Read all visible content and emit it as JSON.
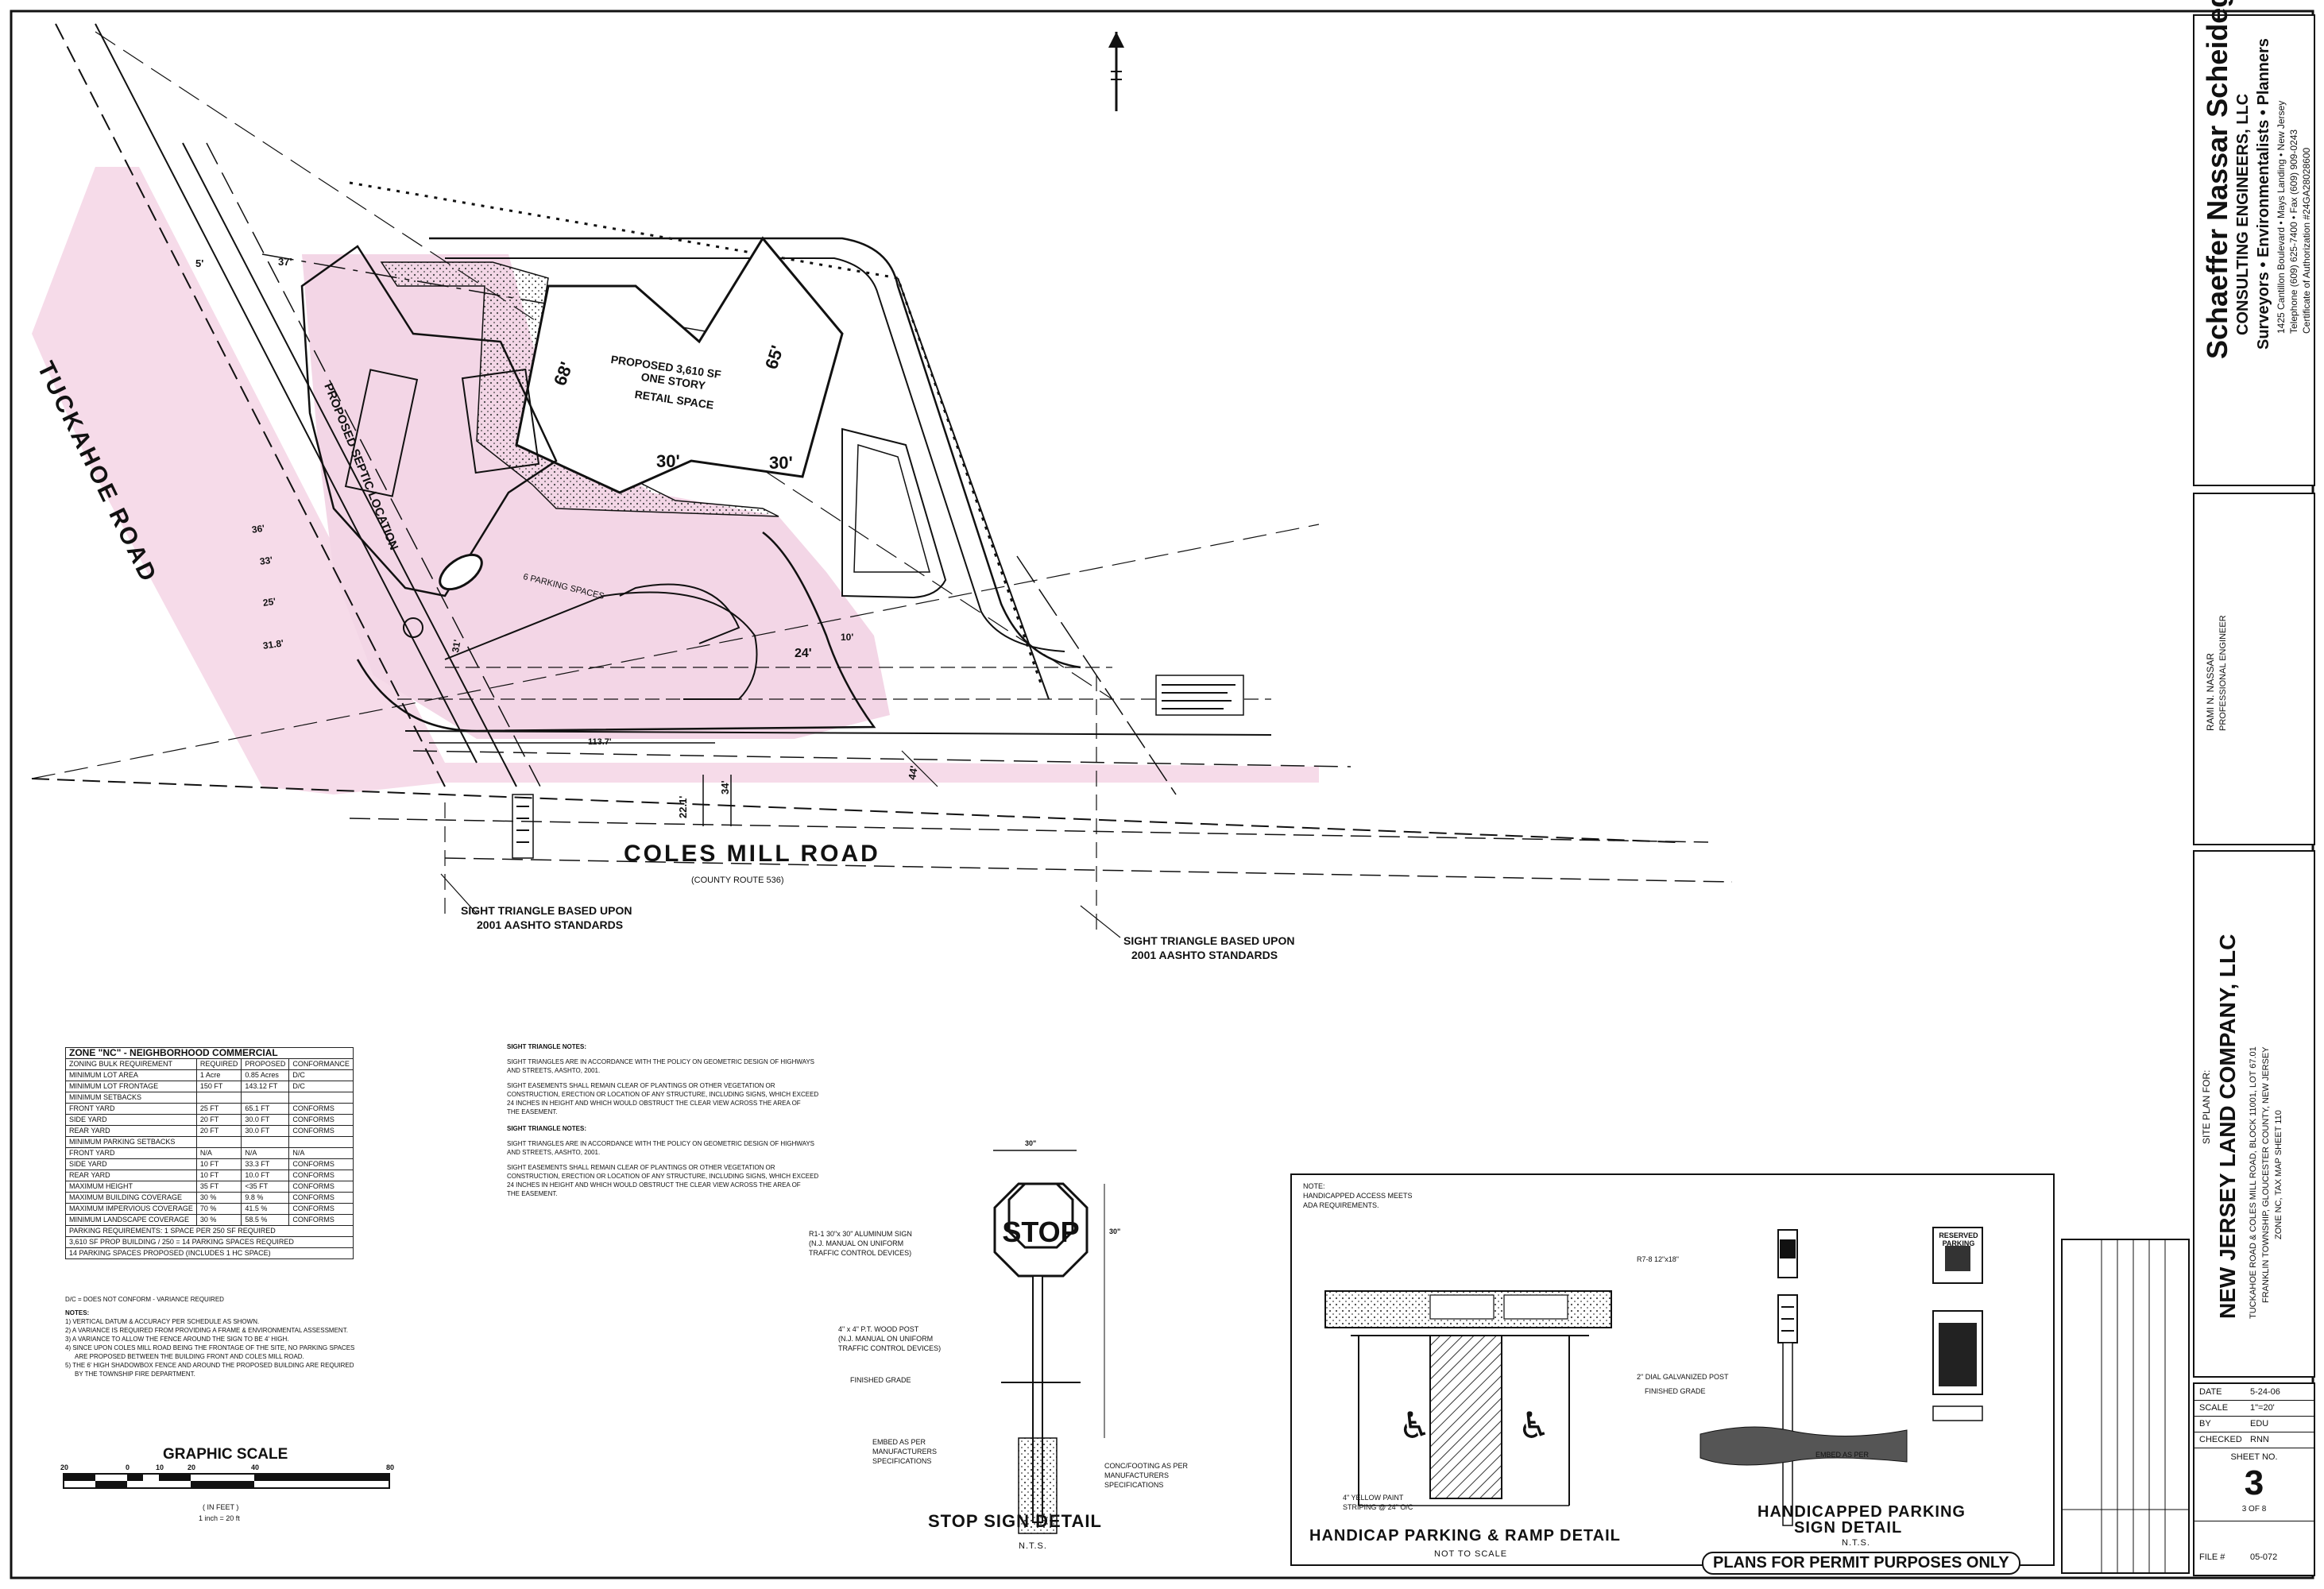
{
  "roads": {
    "tuckahoe": "TUCKAHOE ROAD",
    "coles_mill": "COLES MILL ROAD"
  },
  "building": {
    "line1": "PROPOSED 3,610 SF",
    "line2": "ONE STORY",
    "line3": "RETAIL SPACE"
  },
  "site_labels": {
    "septic": "PROPOSED SEPTIC LOCATION",
    "parking": "6 PARKING SPACES",
    "sight_triangle_1": "SIGHT TRIANGLE BASED UPON",
    "sight_triangle_1b": "2001 AASHTO STANDARDS",
    "sight_triangle_2": "SIGHT TRIANGLE BASED UPON",
    "sight_triangle_2b": "2001 AASHTO STANDARDS",
    "row_coles": "(COUNTY ROUTE 536)",
    "dims": [
      "68'",
      "65'",
      "30'",
      "30'",
      "24'",
      "113.7'",
      "22.1'",
      "34'",
      "36'",
      "33'",
      "25'",
      "31.8'",
      "5'",
      "37'",
      "44'",
      "31'",
      "10'"
    ]
  },
  "zone_table": {
    "title": "ZONE \"NC\" - NEIGHBORHOOD COMMERCIAL",
    "headers": [
      "ZONING BULK REQUIREMENT",
      "REQUIRED",
      "PROPOSED",
      "CONFORMANCE"
    ],
    "rows": [
      [
        "MINIMUM LOT AREA",
        "1 Acre",
        "0.85 Acres",
        "D/C"
      ],
      [
        "MINIMUM LOT FRONTAGE",
        "150 FT",
        "143.12 FT",
        "D/C"
      ],
      [
        "MINIMUM SETBACKS",
        "",
        "",
        ""
      ],
      [
        "FRONT YARD",
        "25 FT",
        "65.1 FT",
        "CONFORMS"
      ],
      [
        "SIDE YARD",
        "20 FT",
        "30.0 FT",
        "CONFORMS"
      ],
      [
        "REAR YARD",
        "20 FT",
        "30.0 FT",
        "CONFORMS"
      ],
      [
        "MINIMUM PARKING SETBACKS",
        "",
        "",
        ""
      ],
      [
        "FRONT YARD",
        "N/A",
        "N/A",
        "N/A"
      ],
      [
        "SIDE YARD",
        "10 FT",
        "33.3 FT",
        "CONFORMS"
      ],
      [
        "REAR YARD",
        "10 FT",
        "10.0 FT",
        "CONFORMS"
      ],
      [
        "MAXIMUM HEIGHT",
        "35 FT",
        "<35 FT",
        "CONFORMS"
      ],
      [
        "MAXIMUM BUILDING COVERAGE",
        "30 %",
        "9.8 %",
        "CONFORMS"
      ],
      [
        "MAXIMUM IMPERVIOUS COVERAGE",
        "70 %",
        "41.5 %",
        "CONFORMS"
      ],
      [
        "MINIMUM LANDSCAPE COVERAGE",
        "30 %",
        "58.5 %",
        "CONFORMS"
      ]
    ],
    "footer1": "PARKING REQUIREMENTS: 1 SPACE PER 250 SF REQUIRED",
    "footer2": "3,610 SF PROP BUILDING / 250 = 14 PARKING SPACES REQUIRED",
    "footer3": "14 PARKING SPACES PROPOSED (INCLUDES 1 HC SPACE)"
  },
  "zone_notes": {
    "legend": "D/C = DOES NOT CONFORM - VARIANCE REQUIRED",
    "heading": "NOTES:",
    "n1": "1) VERTICAL DATUM & ACCURACY PER SCHEDULE AS SHOWN.",
    "n2": "2) A VARIANCE IS REQUIRED FROM PROVIDING A FRAME & ENVIRONMENTAL ASSESSMENT.",
    "n3": "3) A VARIANCE TO ALLOW THE FENCE AROUND THE SIGN TO BE 4' HIGH.",
    "n4": "4) SINCE UPON COLES MILL ROAD BEING THE FRONTAGE OF THE SITE, NO PARKING SPACES",
    "n4b": "ARE PROPOSED BETWEEN THE BUILDING FRONT AND COLES MILL ROAD.",
    "n5": "5) THE 6' HIGH SHADOWBOX FENCE AND AROUND THE PROPOSED BUILDING ARE REQUIRED",
    "n5b": "BY THE TOWNSHIP FIRE DEPARTMENT."
  },
  "sight_notes": {
    "heading": "SIGHT TRIANGLE NOTES:",
    "p1": "SIGHT TRIANGLES ARE IN ACCORDANCE WITH THE POLICY ON GEOMETRIC DESIGN OF HIGHWAYS",
    "p1b": "AND STREETS, AASHTO, 2001.",
    "p2": "SIGHT EASEMENTS SHALL REMAIN CLEAR OF PLANTINGS OR OTHER VEGETATION OR",
    "p2b": "CONSTRUCTION, ERECTION OR LOCATION OF ANY STRUCTURE, INCLUDING SIGNS, WHICH EXCEED",
    "p2c": "24 INCHES IN HEIGHT AND WHICH WOULD OBSTRUCT THE CLEAR VIEW ACROSS THE AREA OF",
    "p2d": "THE EASEMENT."
  },
  "graphic_scale": {
    "title": "GRAPHIC SCALE",
    "ticks": [
      "20",
      "0",
      "10",
      "20",
      "40",
      "80"
    ],
    "unit1": "( IN FEET )",
    "unit2": "1 inch = 20 ft"
  },
  "stop_detail": {
    "sign_text": "STOP",
    "width": "30\"",
    "height": "30\"",
    "note_sign": "R1-1 30\"x 30\" ALUMINUM SIGN",
    "note_sign2": "(N.J. MANUAL ON UNIFORM",
    "note_sign3": "TRAFFIC CONTROL DEVICES)",
    "note_post": "4\" x 4\" P.T. WOOD POST",
    "note_post2": "(N.J. MANUAL ON UNIFORM",
    "note_post3": "TRAFFIC CONTROL DEVICES)",
    "finish": "FINISHED GRADE",
    "embed": "EMBED AS PER",
    "embed2": "MANUFACTURERS",
    "embed3": "SPECIFICATIONS",
    "conc": "CONC/FOOTING AS PER",
    "conc2": "MANUFACTURERS",
    "conc3": "SPECIFICATIONS",
    "title": "STOP SIGN DETAIL",
    "nts": "N.T.S."
  },
  "hc_detail": {
    "note": "NOTE:",
    "note2": "HANDICAPPED ACCESS MEETS",
    "note3": "ADA REQUIREMENTS.",
    "stripe": "4\" YELLOW PAINT",
    "stripe2": "STRIPING @ 24\" O/C",
    "title": "HANDICAP PARKING & RAMP DETAIL",
    "nts": "NOT TO SCALE"
  },
  "hc_sign": {
    "reserved": "RESERVED PARKING",
    "r7": "R7-8 12\"x18\"",
    "post": "2\" DIAL GALVANIZED POST",
    "finish": "FINISHED GRADE",
    "embed": "EMBED AS PER",
    "title": "HANDICAPPED PARKING",
    "title2": "SIGN DETAIL",
    "nts": "N.T.S."
  },
  "permit": "PLANS FOR PERMIT PURPOSES ONLY",
  "title_block": {
    "firm": "Schaeffer Nassar Scheidegg",
    "firm2": "CONSULTING ENGINEERS, LLC",
    "firm3": "Surveyors • Environmentalists • Planners",
    "firm4": "1425 Cantillon Boulevard • Mays Landing • New Jersey",
    "firm5": "Telephone (609) 625-7400 • Fax (609) 909-0243",
    "firm6": "Certificate of Authorization #24GA28028600",
    "engineer": "RAMI N. NASSAR",
    "engineer2": "PROFESSIONAL ENGINEER",
    "plan_for": "SITE PLAN FOR:",
    "client": "NEW JERSEY LAND COMPANY, LLC",
    "loc1": "TUCKAHOE ROAD & COLES MILL ROAD, BLOCK 11001, LOT 67.01",
    "loc2": "FRANKLIN TOWNSHIP, GLOUCESTER COUNTY, NEW JERSEY",
    "loc3": "ZONE NC, TAX MAP SHEET 110",
    "date_label": "DATE",
    "date": "5-24-06",
    "scale_label": "SCALE",
    "scale": "1\"=20'",
    "by_label": "BY",
    "by": "EDU",
    "checked_label": "CHECKED",
    "checked": "RNN",
    "sheet_label": "SHEET NO.",
    "sheet": "3",
    "sheet_of": "3 OF 8",
    "file_label": "FILE #",
    "file": "05-072"
  }
}
